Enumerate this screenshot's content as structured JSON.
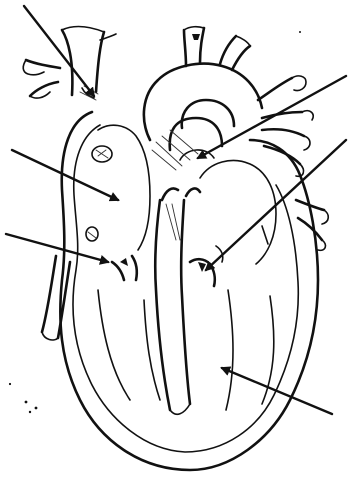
{
  "diagram": {
    "subject": "heart-cross-section",
    "label_pointers": [
      {
        "name": "arrow-superior-vena-cava"
      },
      {
        "name": "arrow-aorta"
      },
      {
        "name": "arrow-right-atrium"
      },
      {
        "name": "arrow-pulmonary-valve"
      },
      {
        "name": "arrow-tricuspid-valve"
      },
      {
        "name": "arrow-left-ventricle"
      }
    ]
  },
  "colors": {
    "ink": "#111111",
    "background": "#ffffff"
  }
}
